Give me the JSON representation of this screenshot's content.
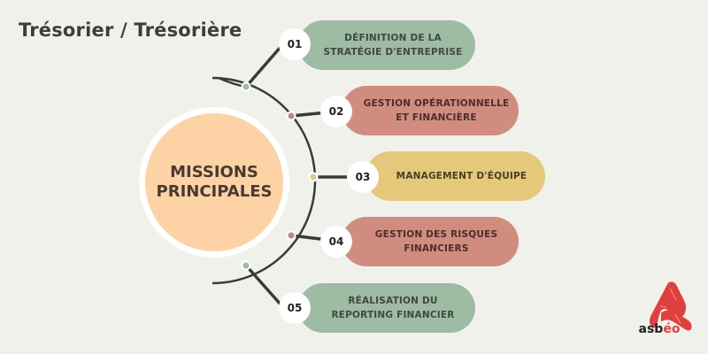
{
  "title": "Trésorier / Trésorière",
  "center": {
    "line1": "MISSIONS",
    "line2": "PRINCIPALES"
  },
  "missions": [
    {
      "number": "01",
      "line1": "DÉFINITION DE LA",
      "line2": "STRATÉGIE D'ENTREPRISE",
      "color": "#9ebba4"
    },
    {
      "number": "02",
      "line1": "GESTION OPÉRATIONNELLE",
      "line2": "ET FINANCIÈRE",
      "color": "#d18c80"
    },
    {
      "number": "03",
      "line1": "MANAGEMENT D'ÉQUIPE",
      "line2": "",
      "color": "#e5c87a"
    },
    {
      "number": "04",
      "line1": "GESTION DES RISQUES",
      "line2": "FINANCIERS",
      "color": "#d18c80"
    },
    {
      "number": "05",
      "line1": "RÉALISATION DU",
      "line2": "REPORTING FINANCIER",
      "color": "#9ebba4"
    }
  ],
  "logo": {
    "text_main": "asb",
    "text_accent": "éo"
  }
}
